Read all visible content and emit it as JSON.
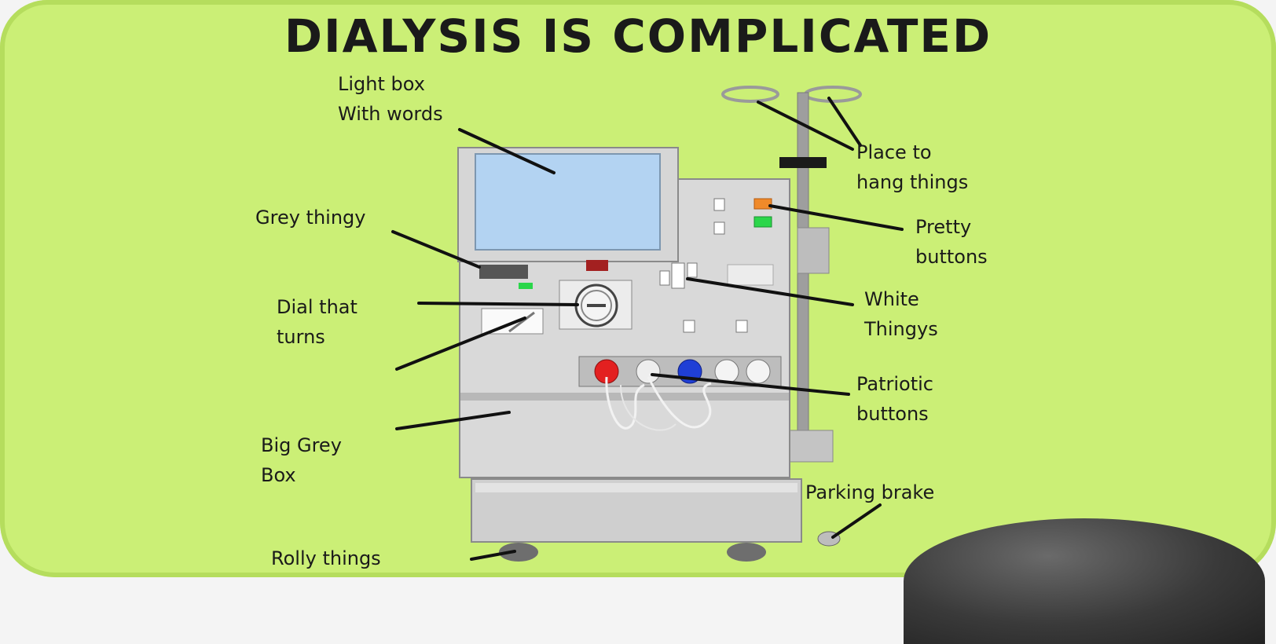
{
  "title": "Dialysis is complicated",
  "labels": {
    "light_box": [
      "Light box",
      "With words"
    ],
    "place_to_hang": [
      "Place to",
      "hang things"
    ],
    "grey_thingy": [
      "Grey thingy"
    ],
    "pretty_buttons": [
      "Pretty",
      "buttons"
    ],
    "dial": [
      "Dial that",
      "turns"
    ],
    "white_thingys": [
      "White",
      "Thingys"
    ],
    "patriotic_buttons": [
      "Patriotic",
      "buttons"
    ],
    "big_grey_box": [
      "Big Grey",
      "Box"
    ],
    "parking_brake": [
      "Parking brake"
    ],
    "rolly_things": [
      "Rolly things"
    ]
  },
  "colors": {
    "background": "#cbef76",
    "machine": "#d9d9d9",
    "screen": "#b3d3f2",
    "red_button": "#e32020",
    "blue_button": "#1f3fd6",
    "orange_button": "#f08a2a",
    "green_button": "#2bd64a"
  }
}
